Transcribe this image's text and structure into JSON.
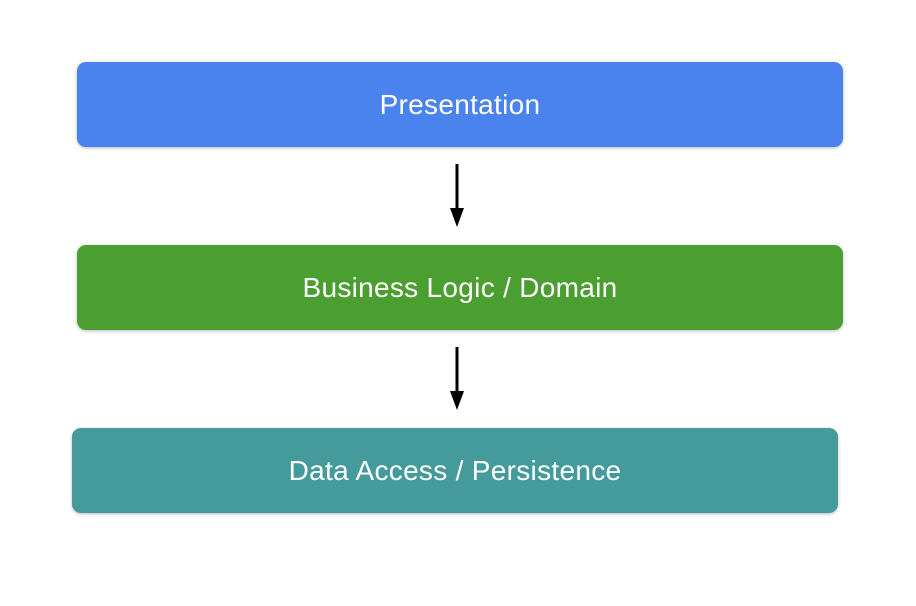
{
  "diagram": {
    "background": "#ffffff",
    "text_color": "#ffffff",
    "arrow_color": "#000000",
    "layers": [
      {
        "id": "presentation",
        "label": "Presentation",
        "color": "#4a82ee"
      },
      {
        "id": "business-logic",
        "label": "Business Logic / Domain",
        "color": "#4b9e30"
      },
      {
        "id": "data-access",
        "label": "Data Access / Persistence",
        "color": "#459a9c"
      }
    ],
    "connections": [
      {
        "from": "presentation",
        "to": "business-logic",
        "direction": "down"
      },
      {
        "from": "business-logic",
        "to": "data-access",
        "direction": "down"
      }
    ]
  }
}
